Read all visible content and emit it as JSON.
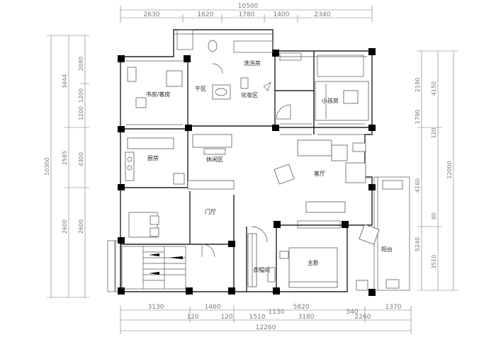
{
  "dimensions": {
    "top_overall": "10500",
    "top_segments": [
      "2630",
      "1620",
      "1780",
      "1400",
      "2340"
    ],
    "bottom_row1": [
      "3130",
      "120",
      "1460",
      "5820",
      "1370"
    ],
    "bottom_row2": [
      "120",
      "1510",
      "1130",
      "3180",
      "340",
      "2260"
    ],
    "bottom_overall": "12260",
    "left_overall": "10300",
    "left_row1": [
      "3444",
      "2585",
      "2600"
    ],
    "left_row2": [
      "2080",
      "1200",
      "1200",
      "4300",
      "2600"
    ],
    "right_row1": [
      "2190",
      "1790",
      "4160",
      "5240"
    ],
    "right_row2": [
      "4150",
      "120",
      "80",
      "3510"
    ],
    "right_overall": "12000"
  },
  "rooms": {
    "study": "书房/客房",
    "dry_area": "干区",
    "bathroom": "洗浴房",
    "vanity": "化妆区",
    "small_bedroom": "小孩房",
    "kitchen": "厨房",
    "leisure": "休闲区",
    "living": "客厅",
    "foyer": "门厅",
    "closet": "衣帽间",
    "master": "主卧",
    "balcony": "阳台"
  }
}
